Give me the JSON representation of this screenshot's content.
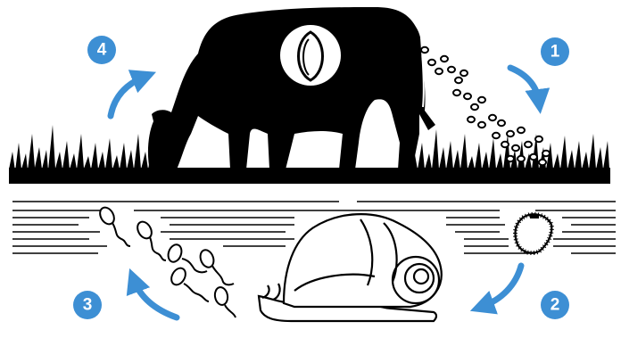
{
  "diagram": {
    "steps": [
      {
        "number": "1",
        "icon": "eggs-icon"
      },
      {
        "number": "2",
        "icon": "miracidium-icon"
      },
      {
        "number": "3",
        "icon": "cercariae-icon"
      },
      {
        "number": "4",
        "icon": "cow-icon"
      }
    ],
    "colors": {
      "accent": "#3d8fd4",
      "silhouette": "#000000",
      "background": "#ffffff"
    }
  }
}
